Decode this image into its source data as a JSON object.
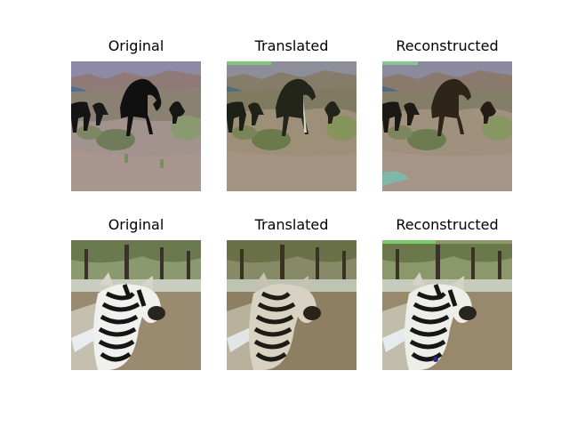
{
  "figure": {
    "rows": [
      {
        "scene": "horses",
        "panels": [
          {
            "title": "Original",
            "variant": "original"
          },
          {
            "title": "Translated",
            "variant": "translated"
          },
          {
            "title": "Reconstructed",
            "variant": "reconstructed"
          }
        ]
      },
      {
        "scene": "zebra",
        "panels": [
          {
            "title": "Original",
            "variant": "original"
          },
          {
            "title": "Translated",
            "variant": "translated"
          },
          {
            "title": "Reconstructed",
            "variant": "reconstructed"
          }
        ]
      }
    ]
  }
}
